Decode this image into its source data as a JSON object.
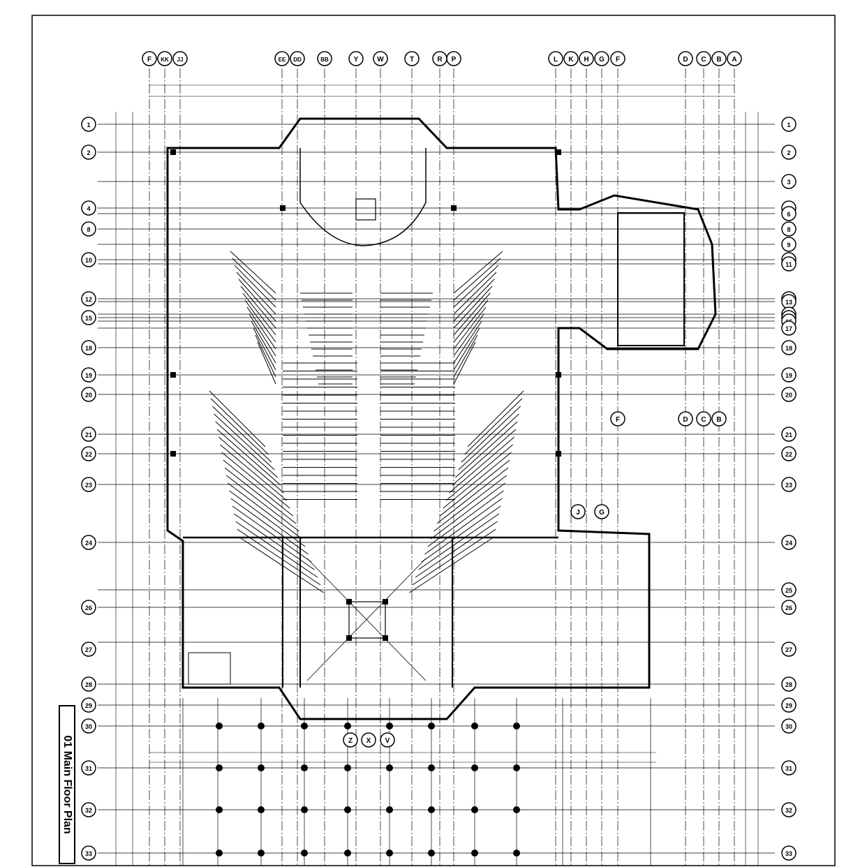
{
  "drawing_title": "01 Main Floor Plan",
  "colors": {
    "ink": "#000000",
    "paper": "#ffffff"
  },
  "grid_columns_top": [
    "F",
    "KK",
    "JJ",
    "EE",
    "DD",
    "BB",
    "Y",
    "W",
    "T",
    "R",
    "P",
    "L",
    "K",
    "H",
    "G",
    "F",
    "D",
    "C",
    "B",
    "A"
  ],
  "grid_columns_lower": [
    "F",
    "D",
    "C",
    "B",
    "J",
    "G",
    "Z",
    "X",
    "V"
  ],
  "grid_rows": [
    "1",
    "2",
    "3",
    "4",
    "6",
    "8",
    "9",
    "10",
    "11",
    "12",
    "13",
    "14",
    "15",
    "16",
    "17",
    "18",
    "19",
    "20",
    "21",
    "22",
    "23",
    "24",
    "25",
    "26",
    "27",
    "28",
    "29",
    "30",
    "31",
    "32",
    "33"
  ]
}
